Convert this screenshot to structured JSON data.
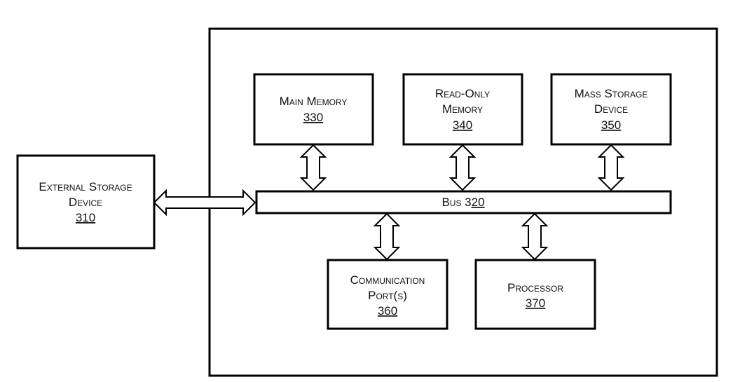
{
  "blocks": {
    "external_storage": {
      "lines": [
        "External Storage",
        "Device"
      ],
      "ref": "310"
    },
    "main_memory": {
      "lines": [
        "Main Memory"
      ],
      "ref": "330"
    },
    "rom": {
      "lines": [
        "Read-Only",
        "Memory"
      ],
      "ref": "340"
    },
    "mass_storage": {
      "lines": [
        "Mass Storage",
        "Device"
      ],
      "ref": "350"
    },
    "comm_ports": {
      "lines": [
        "Communication",
        "Port(s)"
      ],
      "ref": "360"
    },
    "processor": {
      "lines": [
        "Processor"
      ],
      "ref": "370"
    }
  },
  "bus": {
    "label": "Bus 3",
    "ref_part": "20"
  },
  "connections": [
    {
      "from": "external_storage",
      "to": "bus",
      "direction": "bidirectional"
    },
    {
      "from": "main_memory",
      "to": "bus",
      "direction": "bidirectional"
    },
    {
      "from": "rom",
      "to": "bus",
      "direction": "bidirectional"
    },
    {
      "from": "mass_storage",
      "to": "bus",
      "direction": "bidirectional"
    },
    {
      "from": "comm_ports",
      "to": "bus",
      "direction": "bidirectional"
    },
    {
      "from": "processor",
      "to": "bus",
      "direction": "bidirectional"
    }
  ],
  "colors": {
    "stroke": "#000000",
    "fill": "#ffffff"
  }
}
